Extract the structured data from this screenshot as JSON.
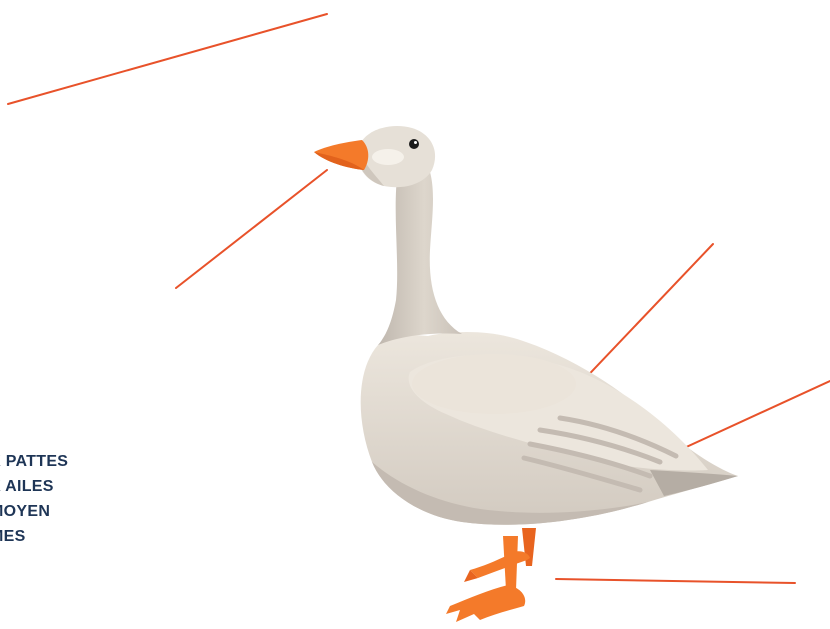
{
  "colors": {
    "pointer_line": "#e8522a",
    "label_text": "#1e3556",
    "goose_body": "#e4ddd3",
    "goose_shadow": "#c4bbb2",
    "goose_beak_feet": "#f47a2a"
  },
  "labels": [
    "X PATTES",
    "X AILES",
    " MOYEN",
    "MES"
  ]
}
